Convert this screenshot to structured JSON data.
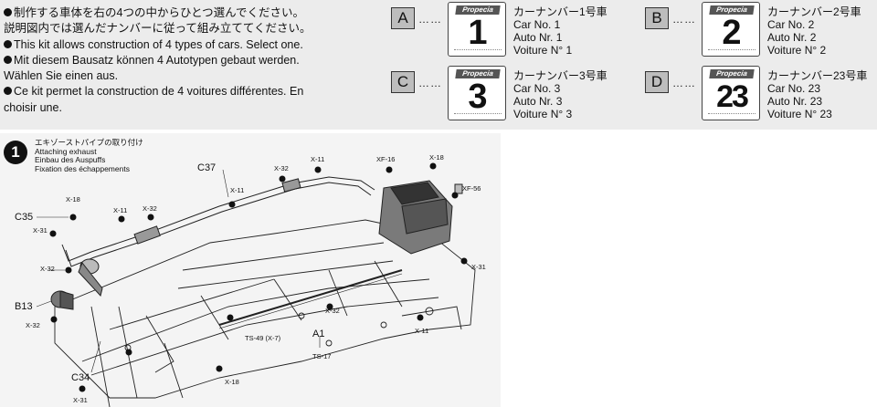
{
  "intro": {
    "lines": [
      "制作する車体を右の4つの中からひとつ選んでください。",
      "説明図内では選んだナンバーに従って組み立ててください。",
      "This kit allows construction of 4 types of cars. Select one.",
      "Mit diesem Bausatz können 4 Autotypen gebaut werden.",
      "Wählen Sie einen aus.",
      "Ce kit permet la construction de 4 voitures différentes. En",
      "choisir une."
    ]
  },
  "variants": [
    {
      "letter": "A",
      "dots": "……",
      "brand": "Propecia",
      "number": "1",
      "jp": "カーナンバー1号車",
      "en": "Car No. 1",
      "de": "Auto Nr. 1",
      "fr": "Voiture N° 1"
    },
    {
      "letter": "B",
      "dots": "……",
      "brand": "Propecia",
      "number": "2",
      "jp": "カーナンバー2号車",
      "en": "Car No. 2",
      "de": "Auto Nr. 2",
      "fr": "Voiture N° 2"
    },
    {
      "letter": "C",
      "dots": "……",
      "brand": "Propecia",
      "number": "3",
      "jp": "カーナンバー3号車",
      "en": "Car No. 3",
      "de": "Auto Nr. 3",
      "fr": "Voiture N° 3"
    },
    {
      "letter": "D",
      "dots": "……",
      "brand": "Propecia",
      "number": "23",
      "jp": "カーナンバー23号車",
      "en": "Car No. 23",
      "de": "Auto Nr. 23",
      "fr": "Voiture N° 23"
    }
  ],
  "step": {
    "number": "1",
    "title_jp": "エキゾーストパイプの取り付け",
    "title_en": "Attaching exhaust",
    "title_de": "Einbau des Auspuffs",
    "title_fr": "Fixation des échappements"
  },
  "labels": {
    "c37": "C37",
    "c35": "C35",
    "b13": "B13",
    "c34": "C34",
    "a1": "A1",
    "x11": "X-11",
    "x18": "X-18",
    "x31": "X-31",
    "x32": "X-32",
    "x7": "X-7",
    "xf16": "XF-16",
    "xf56": "XF-56",
    "ts17": "TS-17",
    "ts49": "TS-49 (X-7)"
  }
}
